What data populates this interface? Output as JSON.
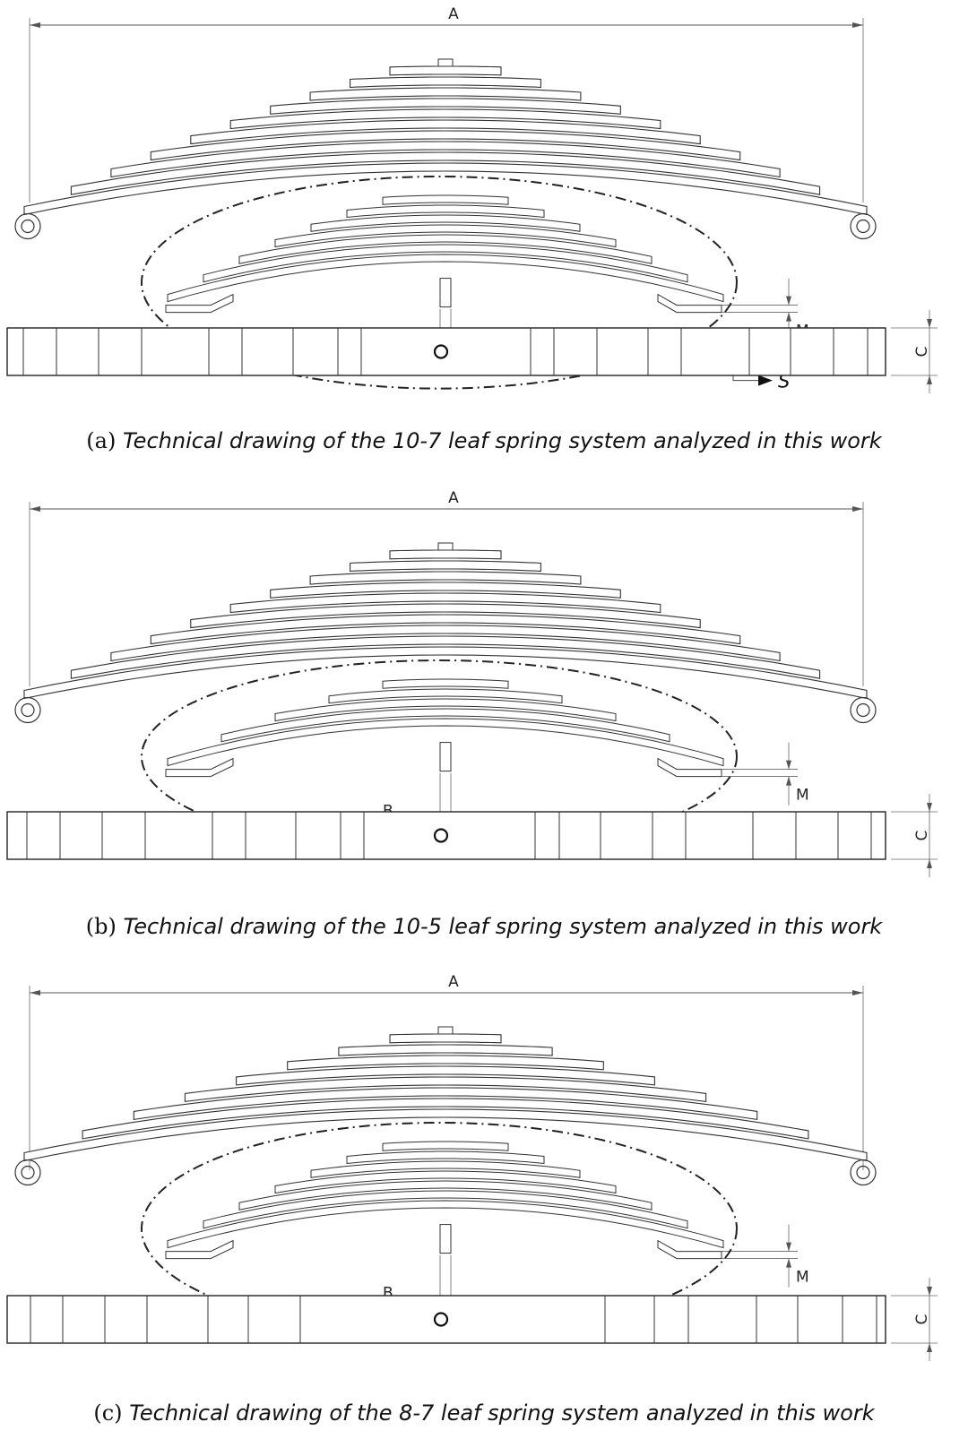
{
  "labels": {
    "overall_length": "A",
    "bolt_offset": "B",
    "width": "C",
    "gap": "M",
    "section": "S"
  },
  "panels": [
    {
      "id": "a",
      "letter": "(a)",
      "caption": "Technical drawing of the 10-7 leaf spring system analyzed in this work",
      "main_leaves": 10,
      "helper_leaves": 7,
      "plan_dividers": [
        26,
        63,
        110,
        158,
        233,
        270,
        327,
        377,
        403,
        592,
        618,
        666,
        723,
        760,
        836,
        882,
        930,
        968
      ]
    },
    {
      "id": "b",
      "letter": "(b)",
      "caption": "Technical drawing of the 10-5 leaf spring system analyzed in this work",
      "main_leaves": 10,
      "helper_leaves": 5,
      "plan_dividers": [
        30,
        67,
        114,
        162,
        237,
        274,
        330,
        380,
        406,
        597,
        624,
        670,
        728,
        765,
        840,
        888,
        935,
        972
      ]
    },
    {
      "id": "c",
      "letter": "(c)",
      "caption": "Technical drawing of the 8-7 leaf spring system analyzed in this work",
      "main_leaves": 8,
      "helper_leaves": 7,
      "plan_dividers": [
        34,
        70,
        117,
        164,
        232,
        277,
        335,
        675,
        730,
        768,
        844,
        890,
        940,
        978
      ]
    }
  ]
}
